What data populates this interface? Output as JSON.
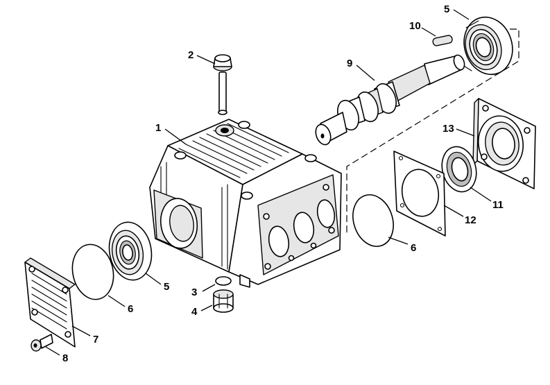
{
  "callouts": [
    {
      "id": "c1",
      "label": "1"
    },
    {
      "id": "c2",
      "label": "2"
    },
    {
      "id": "c3",
      "label": "3"
    },
    {
      "id": "c4",
      "label": "4"
    },
    {
      "id": "c5a",
      "label": "5"
    },
    {
      "id": "c5b",
      "label": "5"
    },
    {
      "id": "c6a",
      "label": "6"
    },
    {
      "id": "c6b",
      "label": "6"
    },
    {
      "id": "c7",
      "label": "7"
    },
    {
      "id": "c8",
      "label": "8"
    },
    {
      "id": "c9",
      "label": "9"
    },
    {
      "id": "c10",
      "label": "10"
    },
    {
      "id": "c11",
      "label": "11"
    },
    {
      "id": "c12",
      "label": "12"
    },
    {
      "id": "c13",
      "label": "13"
    }
  ]
}
